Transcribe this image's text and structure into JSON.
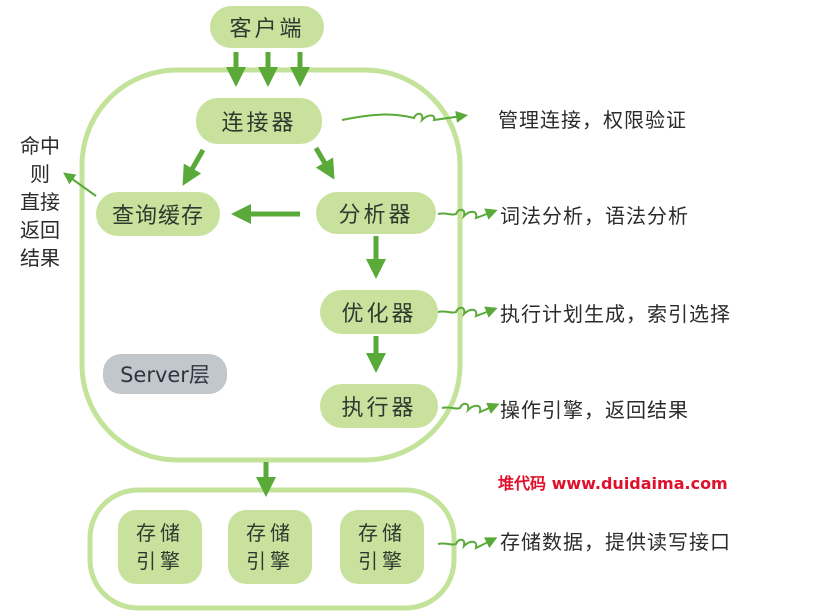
{
  "nodes": {
    "client": "客户端",
    "connector": "连接器",
    "cache": "查询缓存",
    "analyzer": "分析器",
    "optimizer": "优化器",
    "executor": "执行器"
  },
  "engines": [
    {
      "line1": "存储",
      "line2": "引擎"
    },
    {
      "line1": "存储",
      "line2": "引擎"
    },
    {
      "line1": "存储",
      "line2": "引擎"
    }
  ],
  "server_label": "Server层",
  "side_note_chars": [
    "命中",
    "则",
    "直接",
    "返回",
    "结果"
  ],
  "notes": {
    "connector": "管理连接，权限验证",
    "analyzer": "词法分析，语法分析",
    "optimizer": "执行计划生成，索引选择",
    "executor": "操作引擎，返回结果",
    "storage": "存储数据，提供读写接口"
  },
  "watermark": "堆代码 www.duidaima.com",
  "colors": {
    "box_fill": "#c8e29e",
    "arrow": "#5aaa3a",
    "outline": "#c4e39a",
    "server_label_fill": "#c2c7cc",
    "watermark": "#e0102c"
  }
}
